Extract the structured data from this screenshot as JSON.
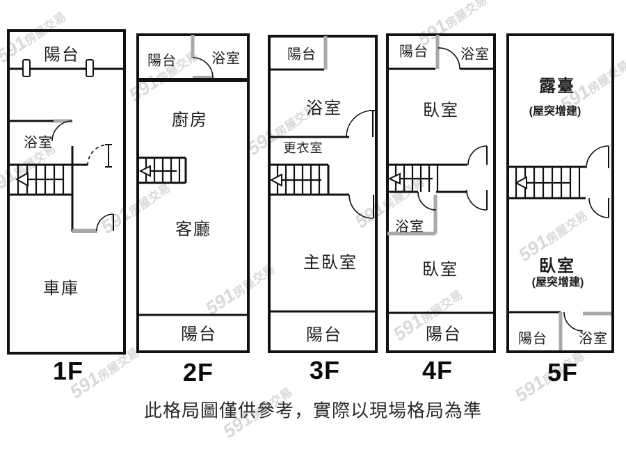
{
  "watermark": {
    "brand": "591",
    "name": "房屋交易"
  },
  "disclaimer": "此格局圖僅供參考，實際以現場格局為準",
  "floors": {
    "f1": {
      "label": "1F",
      "rooms": {
        "balcony": "陽台",
        "bathroom": "浴室",
        "garage": "車庫"
      }
    },
    "f2": {
      "label": "2F",
      "rooms": {
        "balcony_top": "陽台",
        "bathroom": "浴室",
        "kitchen": "廚房",
        "living_room": "客廳",
        "balcony_bottom": "陽台"
      }
    },
    "f3": {
      "label": "3F",
      "rooms": {
        "balcony_top": "陽台",
        "bathroom": "浴室",
        "walk_in_closet": "更衣室",
        "master_bedroom": "主臥室",
        "balcony_bottom": "陽台"
      }
    },
    "f4": {
      "label": "4F",
      "rooms": {
        "balcony_top": "陽台",
        "bathroom_top": "浴室",
        "bedroom_upper": "臥室",
        "bathroom_mid": "浴室",
        "bedroom_lower": "臥室",
        "balcony_bottom": "陽台"
      }
    },
    "f5": {
      "label": "5F",
      "rooms": {
        "terrace": "露臺",
        "terrace_note": "(屋突增建)",
        "bedroom": "臥室",
        "bedroom_note": "(屋突增建)",
        "balcony": "陽台",
        "bathroom": "浴室"
      }
    }
  }
}
